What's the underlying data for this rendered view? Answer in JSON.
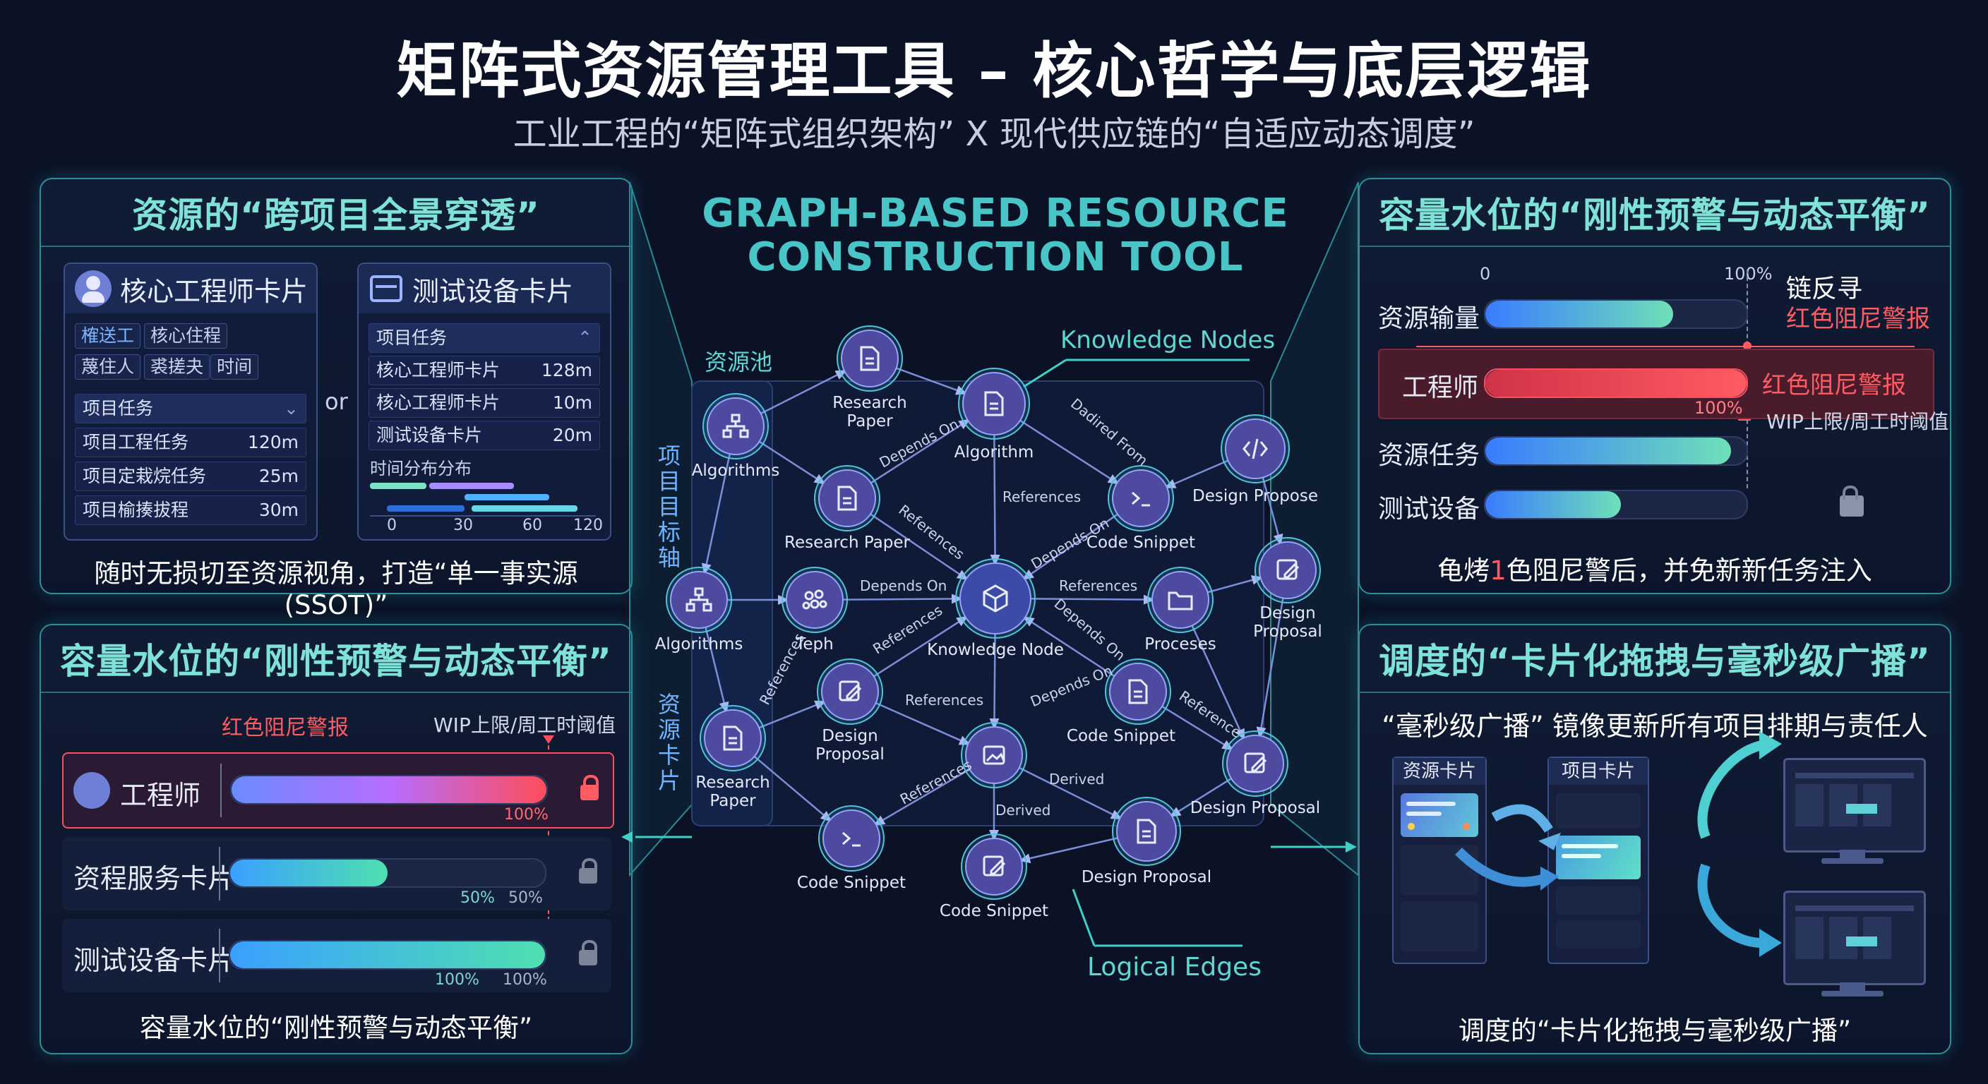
{
  "title": "矩阵式资源管理工具 – 核心哲学与底层逻辑",
  "subtitle": "工业工程的“矩阵式组织架构” X 现代供应链的“自适应动态调度”",
  "center": {
    "title_line1": "GRAPH-BASED RESOURCE",
    "title_line2": "CONSTRUCTION TOOL",
    "pool_label": "资源池",
    "axis_project": "项目目标轴",
    "axis_resource": "资源卡片",
    "knowledge_nodes": "Knowledge Nodes",
    "logical_edges": "Logical Edges",
    "nodes": [
      {
        "id": "n1",
        "label": "Research\nPaper",
        "icon": "paper-icon"
      },
      {
        "id": "n2",
        "label": "Algorithm",
        "icon": "document-icon"
      },
      {
        "id": "n3",
        "label": "Algorithms",
        "icon": "hierarchy-icon"
      },
      {
        "id": "n4",
        "label": "Research Paper",
        "icon": "document-icon"
      },
      {
        "id": "n5",
        "label": "Code Snippet",
        "icon": "terminal-icon"
      },
      {
        "id": "n6",
        "label": "Design Propose",
        "icon": "code-icon"
      },
      {
        "id": "n7",
        "label": "Algorithms",
        "icon": "hierarchy-icon"
      },
      {
        "id": "n8",
        "label": "Teph",
        "icon": "cluster-icon"
      },
      {
        "id": "n9",
        "label": "Knowledge Node",
        "icon": "cube-icon"
      },
      {
        "id": "n10",
        "label": "Proceses",
        "icon": "folder-icon"
      },
      {
        "id": "n11",
        "label": "Design\nProposal",
        "icon": "edit-icon"
      },
      {
        "id": "n12",
        "label": "Design\nProposal",
        "icon": "edit-icon"
      },
      {
        "id": "n13",
        "label": "Code Snippet",
        "icon": "document-icon"
      },
      {
        "id": "n14",
        "label": "Research\nPaper",
        "icon": "document-icon"
      },
      {
        "id": "n15",
        "label": "",
        "icon": "image-icon"
      },
      {
        "id": "n16",
        "label": "Design Proposal",
        "icon": "edit-icon"
      },
      {
        "id": "n17",
        "label": "Code Snippet",
        "icon": "terminal-icon"
      },
      {
        "id": "n18",
        "label": "Code Snippet",
        "icon": "edit-icon"
      },
      {
        "id": "n19",
        "label": "Design Proposal",
        "icon": "document-icon"
      }
    ],
    "edge_labels": [
      "Depends On",
      "Dadired From",
      "References",
      "References",
      "Depends On",
      "Depends On",
      "References",
      "References",
      "Depends On",
      "References",
      "Depends On",
      "References",
      "Reference",
      "References",
      "Derived",
      "Derived"
    ]
  },
  "left_top": {
    "title": "资源的“跨项目全景穿透”",
    "card1": {
      "title": "核心工程师卡片",
      "chips": [
        "榷送工",
        "核心住程",
        "蔑住人",
        "裘搓夬",
        "时间"
      ],
      "dropdown": "项目任务",
      "rows": [
        {
          "name": "项目工程任务",
          "value": "120m"
        },
        {
          "name": "项目定栽烷任务",
          "value": "25m"
        },
        {
          "name": "项目榆揍拔程",
          "value": "30m"
        }
      ]
    },
    "or": "or",
    "card2": {
      "title": "测试设备卡片",
      "dropdown": "项目任务",
      "rows": [
        {
          "name": "核心工程师卡片",
          "value": "128m"
        },
        {
          "name": "核心工程师卡片",
          "value": "10m"
        },
        {
          "name": "测试设备卡片",
          "value": "20m"
        }
      ],
      "timeline_label": "时间分布分布",
      "ticks": [
        "0",
        "30",
        "60",
        "120"
      ]
    },
    "footer": "随时无损切至资源视角，打造“单一事实源 (SSOT)”"
  },
  "left_bottom": {
    "title": "容量水位的“刚性预警与动态平衡”",
    "alarm_label": "红色阻尼警报",
    "wip_label": "WIP上限/周工时阈值",
    "bars": [
      {
        "name": "工程师",
        "pct": 100,
        "pct_label": "100%",
        "limit_label": "",
        "alert": true
      },
      {
        "name": "资程服务卡片",
        "pct": 50,
        "pct_label": "50%",
        "limit_label": "50%",
        "alert": false
      },
      {
        "name": "测试设备卡片",
        "pct": 100,
        "pct_label": "100%",
        "limit_label": "100%",
        "alert": false
      }
    ],
    "footer": "容量水位的“刚性预警与动态平衡”"
  },
  "right_top": {
    "title": "容量水位的“刚性预警与动态平衡”",
    "scale_min": "0",
    "scale_max": "100%",
    "side_label1": "链反寻",
    "side_label2": "红色阻尼警报",
    "alarm_label": "红色阻尼警报",
    "pct_label": "100%",
    "wip_label": "WIP上限/周工时阈值",
    "bars": [
      {
        "name": "资源输量",
        "pct": 72
      },
      {
        "name": "工程师",
        "pct": 100
      },
      {
        "name": "资源任务",
        "pct": 94
      },
      {
        "name": "测试设备",
        "pct": 52
      }
    ],
    "footer_pre": "龟烤",
    "footer_mark": "1",
    "footer_post": "色阻尼警后，并免新新任务注入"
  },
  "right_bottom": {
    "title": "调度的“卡片化拖拽与毫秒级广播”",
    "subtitle": "“毫秒级广播” 镜像更新所有项目排期与责任人",
    "col1": "资源卡片",
    "col2": "项目卡片",
    "footer": "调度的“卡片化拖拽与毫秒级广播”"
  },
  "colors": {
    "accent": "#7ee3d6",
    "alert": "#ff4d5a",
    "bar": "#3fb6e8",
    "node": "#6a5fc8"
  }
}
